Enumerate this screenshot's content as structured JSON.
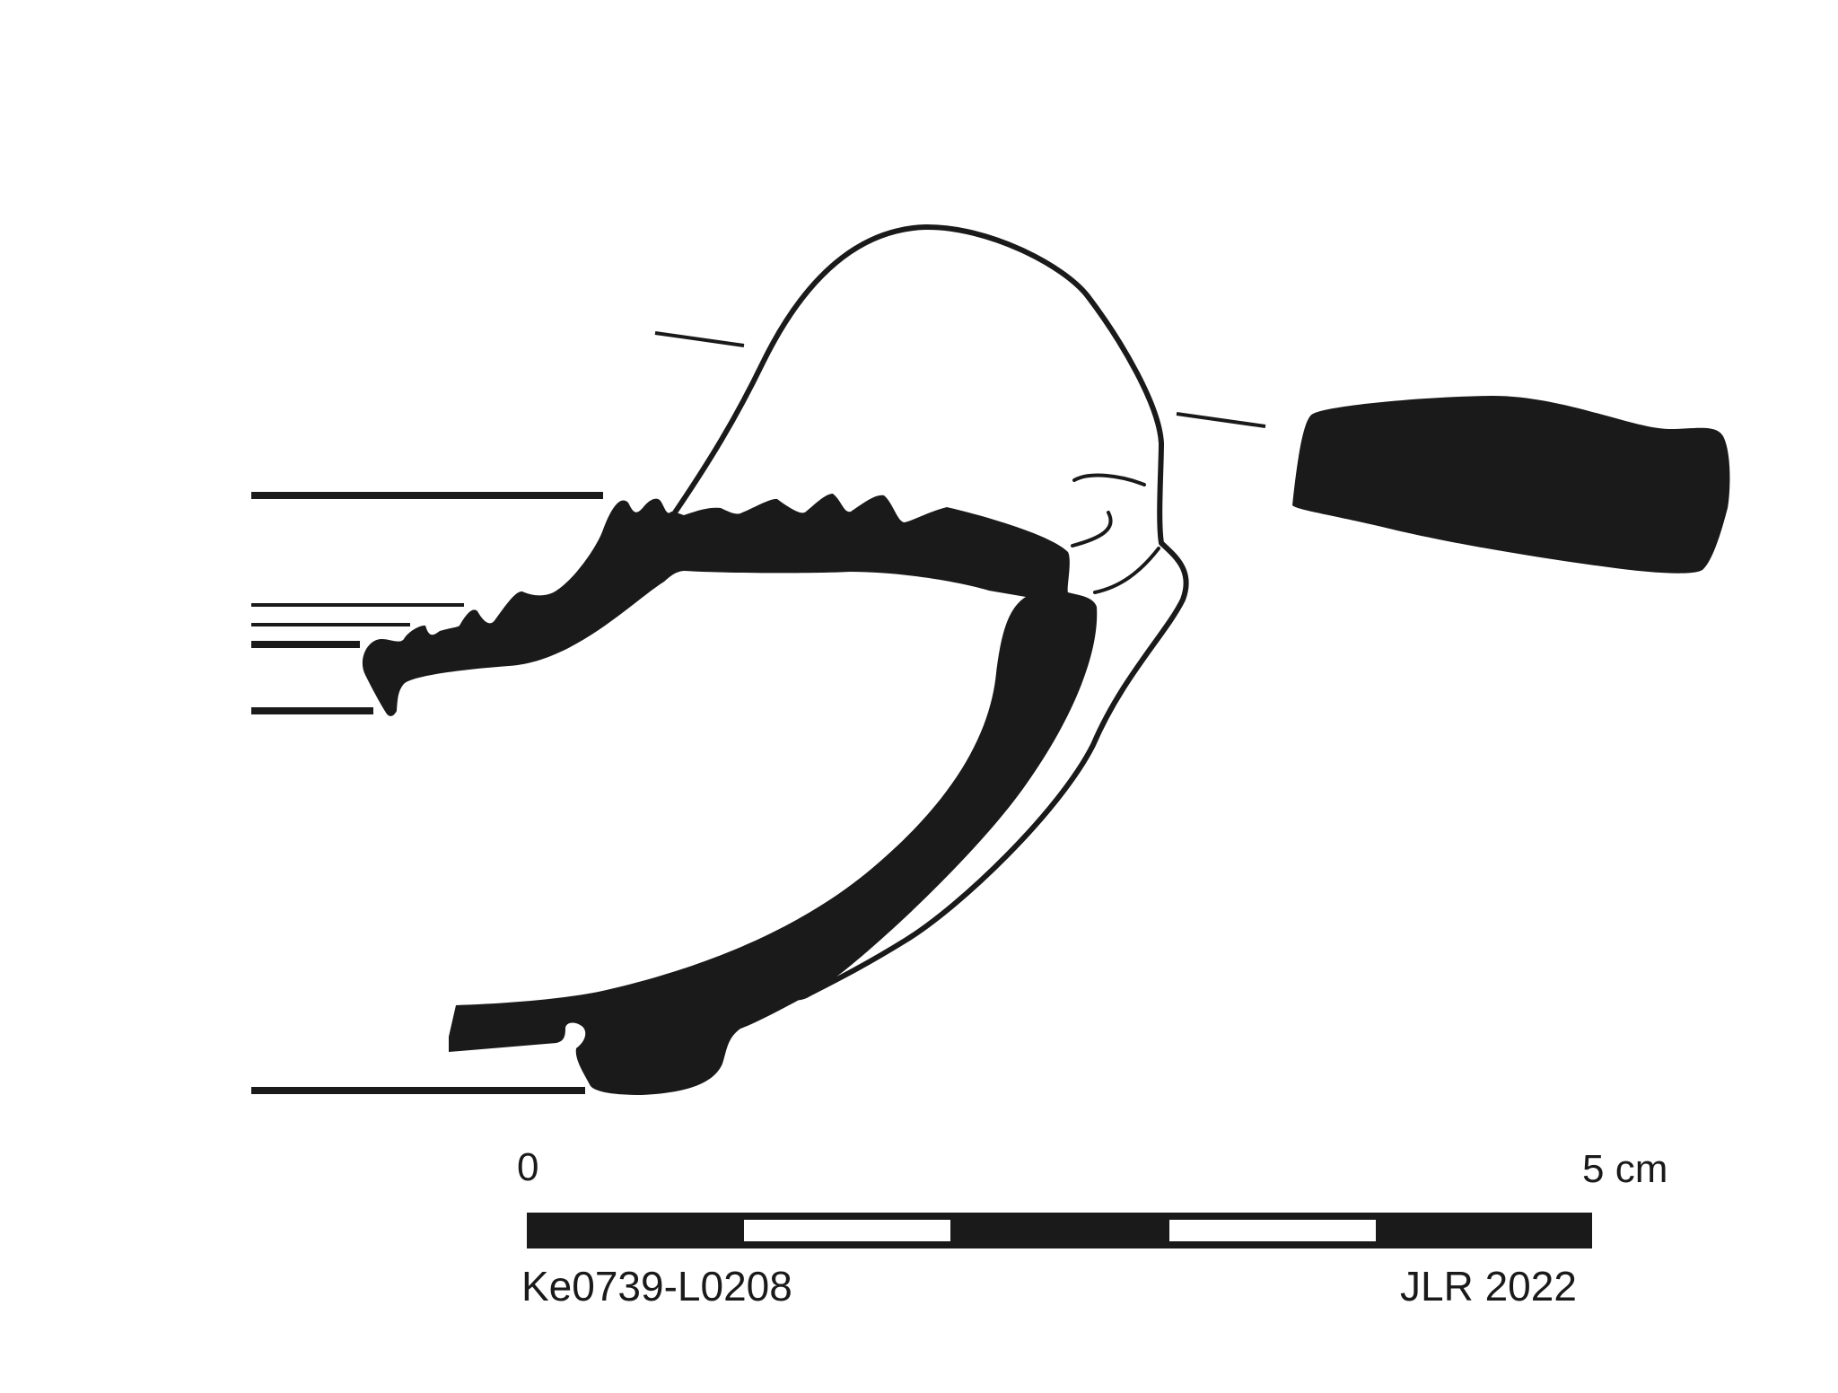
{
  "scale_bar": {
    "start_label": "0",
    "end_label": "5 cm"
  },
  "catalog_id": "Ke0739-L0208",
  "credit": "JLR 2022",
  "colors": {
    "ink": "#1a1a1a",
    "paper": "#ffffff"
  }
}
